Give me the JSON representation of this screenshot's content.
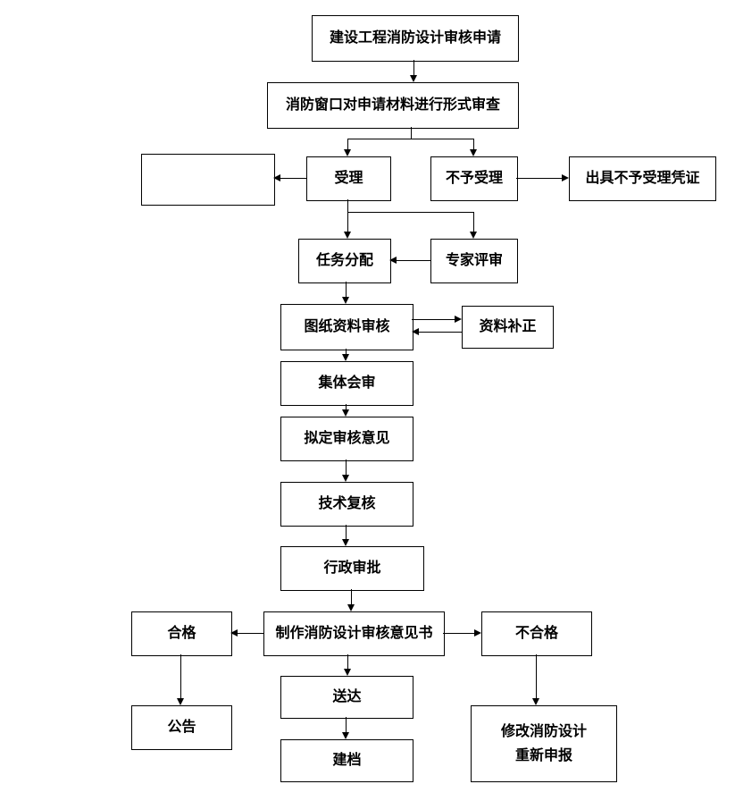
{
  "flowchart": {
    "line_color": "#000000",
    "background_color": "#ffffff",
    "nodes": {
      "apply": "建设工程消防设计审核申请",
      "formal_review": "消防窗口对申请材料进行形式审查",
      "blank": "",
      "accept": "受理",
      "reject": "不予受理",
      "reject_certificate": "出具不予受理凭证",
      "task_assignment": "任务分配",
      "expert_review": "专家评审",
      "drawing_review": "图纸资料审核",
      "material_correction": "资料补正",
      "collective_review": "集体会审",
      "draft_opinion": "拟定审核意见",
      "technical_recheck": "技术复核",
      "administrative_approval": "行政审批",
      "make_opinion_document": "制作消防设计审核意见书",
      "qualified": "合格",
      "unqualified": "不合格",
      "deliver": "送达",
      "archive": "建档",
      "announcement": "公告",
      "modify_reapply": "修改消防设计\n重新申报"
    }
  }
}
